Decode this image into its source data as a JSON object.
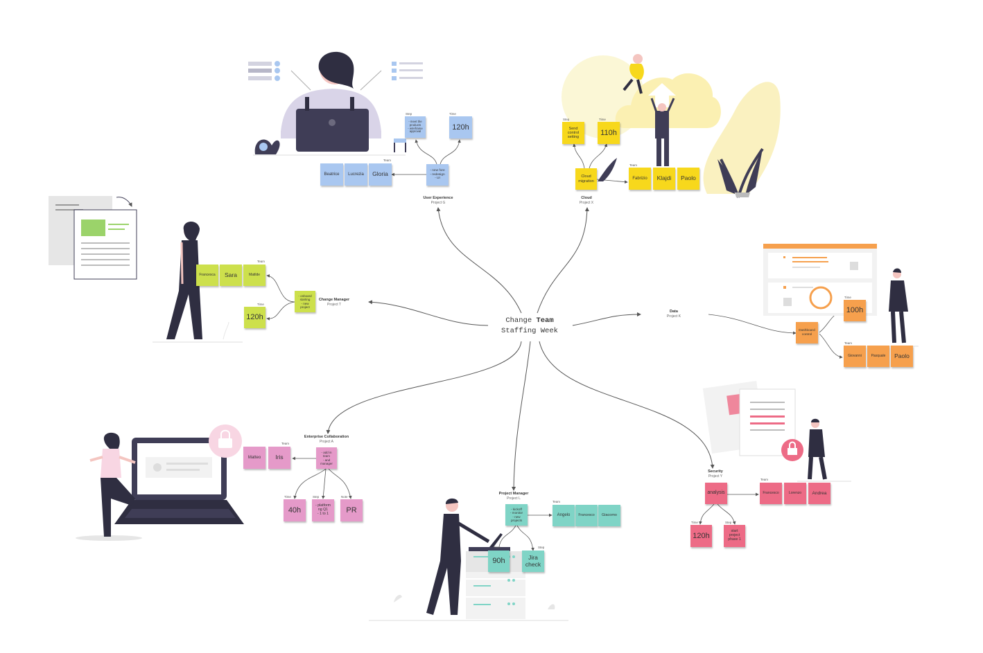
{
  "center": {
    "line1_a": "Change",
    "line1_b": "Team",
    "line2": "Staffing Week"
  },
  "colors": {
    "blue": "#a9c7f0",
    "yellow": "#f7d81c",
    "lime": "#cde04c",
    "orange": "#f6a04d",
    "pink": "#e59ac9",
    "teal": "#7fd4c6",
    "red": "#ed6b86",
    "dark": "#2f2e41",
    "line": "#555555"
  },
  "labels": {
    "team": "Team",
    "time": "Time",
    "step": "Step",
    "note": "Note"
  },
  "branches": {
    "ux": {
      "title": "User Experience",
      "project": "Project G",
      "main": "- new fore\n- redesign\n- UI",
      "step": "- meet the\nproducts\n- wireframe\napproval",
      "time": "120h",
      "team": [
        "Beatrice",
        "Lucrezia",
        "Gloria"
      ]
    },
    "cloud": {
      "title": "Cloud",
      "project": "Project X",
      "main": "Cloud\nmigration",
      "step": "Send\ncontrol\nsetting",
      "time": "110h",
      "team": [
        "Fabrizio",
        "Klajdi",
        "Paolo"
      ]
    },
    "change": {
      "title": "Change Manager",
      "project": "Project T",
      "main": "- onboard\nstarting\n- new\nproject",
      "time": "120h",
      "team": [
        "Francesca",
        "Sara",
        "Matilde"
      ]
    },
    "data": {
      "title": "Data",
      "project": "Project K",
      "main": "Dashboard\ncontrol",
      "time": "100h",
      "team": [
        "Giovanni",
        "Pasquale",
        "Paolo"
      ]
    },
    "enterprise": {
      "title": "Enterprise Collaboration",
      "project": "Project A",
      "main": "- add in\nteam\n- and\nmanager",
      "time": "40h",
      "step": "- platform\nng Q1\n- 1 to 1",
      "note": "PR",
      "team": [
        "Matteo",
        "Iris"
      ]
    },
    "pm": {
      "title": "Project Manager",
      "project": "Project L",
      "main": "- kickoff\n- monitor\n- new\nprojects",
      "time": "90h",
      "step": "Jira\ncheck",
      "team": [
        "Angelo",
        "Francesco",
        "Giacomo"
      ]
    },
    "security": {
      "title": "Security",
      "project": "Project Y",
      "main": "analysis",
      "time": "120h",
      "step": "start\nproject\nphase 1",
      "team": [
        "Francesco",
        "Lorenzo",
        "Andrea"
      ]
    }
  }
}
